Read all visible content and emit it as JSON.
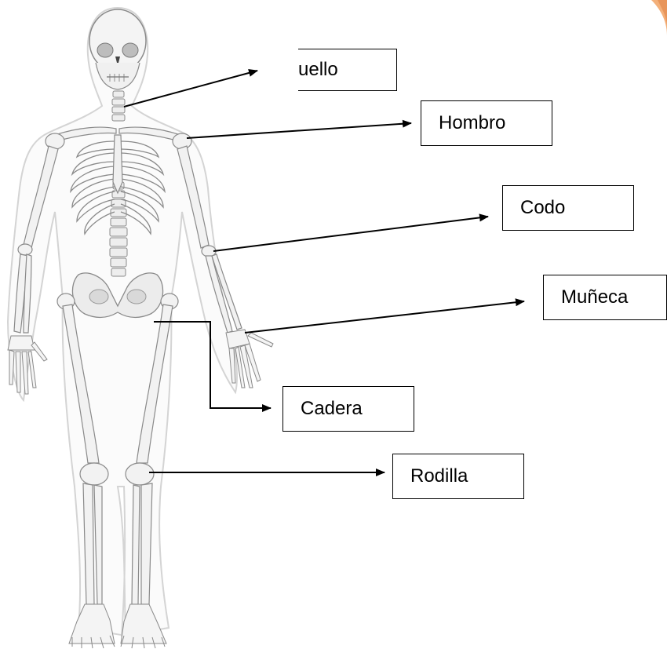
{
  "diagram": {
    "labels": [
      {
        "id": "cuello",
        "text": "uello"
      },
      {
        "id": "hombro",
        "text": "Hombro"
      },
      {
        "id": "codo",
        "text": "Codo"
      },
      {
        "id": "muneca",
        "text": "Muñeca"
      },
      {
        "id": "cadera",
        "text": "Cadera"
      },
      {
        "id": "rodilla",
        "text": "Rodilla"
      }
    ]
  },
  "colors": {
    "bone_fill": "#f4f4f4",
    "bone_shade": "#d9d9d9",
    "bone_outline": "#8a8a8a",
    "body_outline": "#d0d0d0",
    "arrow": "#000000",
    "corner_accent": "#f0a868"
  }
}
